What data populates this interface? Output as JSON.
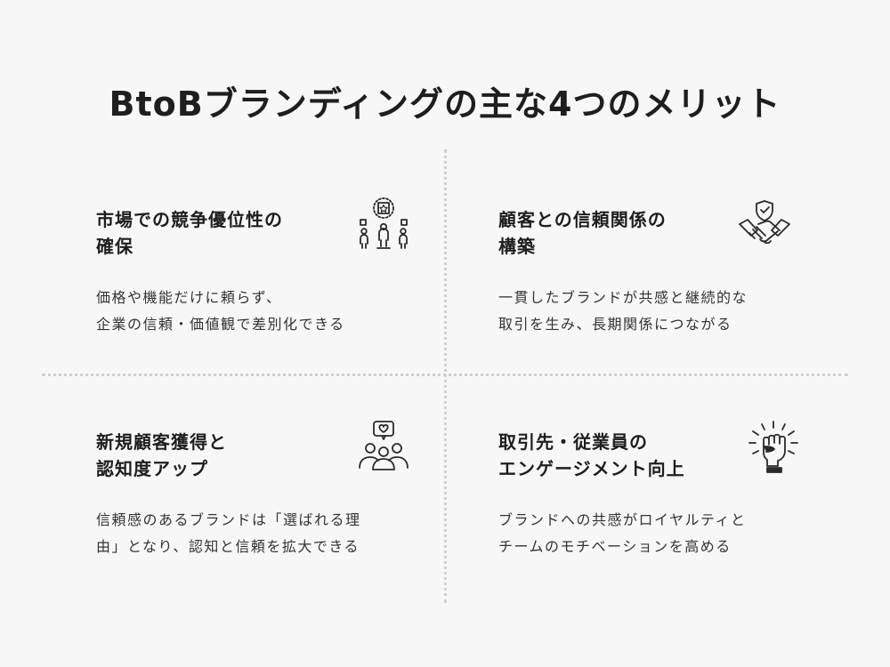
{
  "title": "BtoBブランディングの主な4つのメリット",
  "cards": [
    {
      "title_line1": "市場での競争優位性の",
      "title_line2": "確保",
      "desc_line1": "価格や機能だけに頼らず、",
      "desc_line2": "企業の信頼・価値観で差別化できる",
      "icon": "podium-star-icon"
    },
    {
      "title_line1": "顧客との信頼関係の",
      "title_line2": "構築",
      "desc_line1": "一貫したブランドが共感と継続的な",
      "desc_line2": "取引を生み、長期関係につながる",
      "icon": "handshake-shield-icon"
    },
    {
      "title_line1": "新規顧客獲得と",
      "title_line2": "認知度アップ",
      "desc_line1": "信頼感のあるブランドは「選ばれる理",
      "desc_line2": "由」となり、認知と信頼を拡大できる",
      "icon": "people-heart-icon"
    },
    {
      "title_line1": "取引先・従業員の",
      "title_line2": "エンゲージメント向上",
      "desc_line1": "ブランドへの共感がロイヤルティと",
      "desc_line2": "チームのモチベーションを高める",
      "icon": "raised-fist-icon"
    }
  ],
  "colors": {
    "background": "#f7f7f7",
    "text": "#1e1e1e",
    "divider": "#cfcfcf"
  }
}
